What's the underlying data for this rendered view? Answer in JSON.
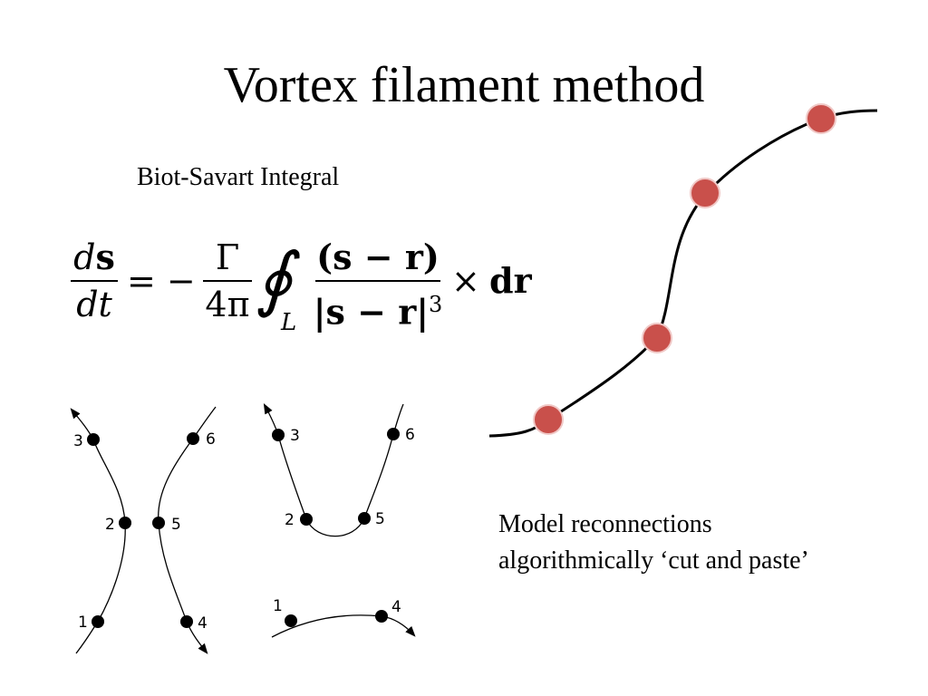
{
  "slide": {
    "title": "Vortex filament method",
    "subtitle": "Biot-Savart Integral",
    "caption_lines": [
      "Model reconnections",
      "algorithmically ‘cut and paste’"
    ]
  },
  "equation": {
    "lhs_num_d": "d",
    "lhs_num_s": "s",
    "lhs_den": "dt",
    "eq_sign": "= −",
    "coef_num": "Γ",
    "coef_den": "4π",
    "contour_symbol": "∮",
    "contour_subscript": "L",
    "int_num": "(s − r)",
    "int_den_base": "|s − r|",
    "int_den_exp": "3",
    "cross": "×",
    "dr": "dr"
  },
  "diagram": {
    "filament_color": "#000000",
    "node_color": "#c9504b",
    "point_color": "#000000",
    "before_labels": [
      "3",
      "2",
      "1",
      "6",
      "5",
      "4"
    ],
    "after_labels": [
      "3",
      "2",
      "6",
      "5",
      "1",
      "4"
    ]
  }
}
